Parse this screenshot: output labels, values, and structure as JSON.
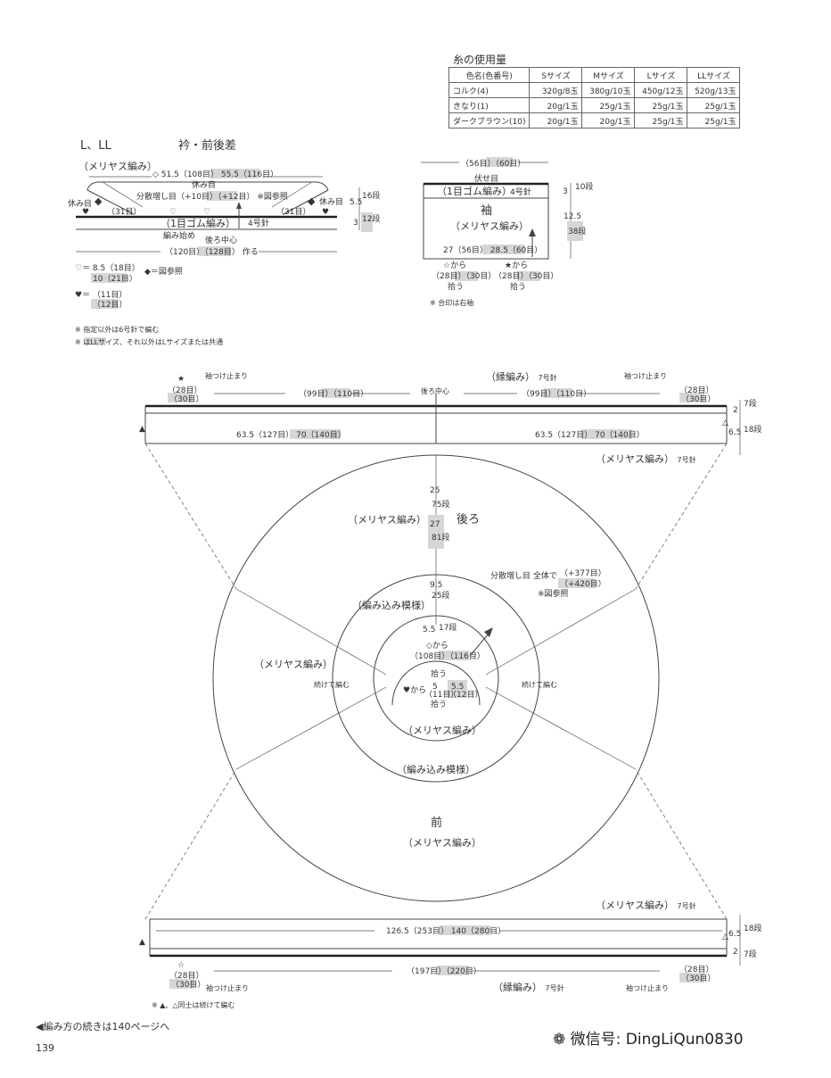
{
  "yarn": {
    "title": "糸の使用量",
    "headers": [
      "色名(色番号)",
      "Sサイズ",
      "Mサイズ",
      "Lサイズ",
      "LLサイズ"
    ],
    "rows": [
      [
        "コルク(4)",
        "320g/8玉",
        "380g/10玉",
        "450g/12玉",
        "520g/13玉"
      ],
      [
        "きなり(1)",
        "20g/1玉",
        "25g/1玉",
        "25g/1玉",
        "25g/1玉"
      ],
      [
        "ダークブラウン(10)",
        "20g/1玉",
        "20g/1玉",
        "25g/1玉",
        "25g/1玉"
      ]
    ]
  },
  "collar": {
    "size": "L、LL",
    "title": "衿・前後差",
    "meriyasu": "（メリヤス編み）",
    "width": "◇ 51.5（108目）",
    "width_hl": "55.5（116目）",
    "rest": "休み目",
    "increase": "分散増し目（+10目）",
    "increase_hl": "（+12目）",
    "ref": "※図参照",
    "rest_left": "休み目",
    "rest_right": "休み目",
    "count31": "（31目）",
    "rib": "（1目ゴム編み）",
    "needle": "4号針",
    "dim_h1": "5.5",
    "dim_h1r": "16段",
    "dim_h1r_hl": "12段",
    "dim_h2": "3",
    "start": "編み始め",
    "center": "後ろ中心",
    "bottom": "（120目）",
    "bottom_hl": "（128目）",
    "bottom_tail": "作る",
    "heart_open_a": "♡＝ 8.5（18目）",
    "heart_open_b": "10（21目）",
    "diamond_ref": "◆＝図参照",
    "heart_a": "♥＝ （11目）",
    "heart_b": "（12目）"
  },
  "notes": {
    "n1": "※ 指定以外は6号針で編む",
    "n2": "※          はLLサイズ、それ以外はLサイズまたは共通"
  },
  "sleeve": {
    "top": "（56目）",
    "top_hl": "（60目）",
    "bind_off": "伏せ目",
    "rib": "（1目ゴム編み）",
    "needle": "4号針",
    "name": "袖",
    "meriyasu": "（メリヤス編み）",
    "bottom": "27（56目）",
    "bottom_hl": "28.5（60目）",
    "from_star_open": "☆から",
    "from_star": "★から",
    "pick_l": "（28目）",
    "pick_l_hl": "（30目）",
    "pick_r": "（28目）",
    "pick_r_hl": "（30目）",
    "pickup": "拾う",
    "h_rib": "3",
    "h_rib_r": "10段",
    "h_body": "12.5",
    "h_body_r": "38段",
    "mark_note": "※ 合印は右袖"
  },
  "back_band": {
    "star": "★",
    "left_count": "（28目）",
    "left_count_hl": "（30目）",
    "sleeve_stop_l": "袖つけ止まり",
    "sleeve_stop_r": "袖つけ止まり",
    "count99": "（99目）",
    "count99_hl": "（110目）",
    "center": "後ろ中心",
    "edge": "（縁編み）",
    "needle7": "7号針",
    "right_count": "（28目）",
    "right_count_hl": "（30目）",
    "w_l": "63.5（127目）",
    "w_l_hl": "70（140目）",
    "w_r": "63.5（127目）",
    "w_r_hl": "70（140目）",
    "meriyasu": "（メリヤス編み）",
    "h2": "2",
    "h2r": "7段",
    "h65": "6.5",
    "h65r": "18段"
  },
  "body": {
    "h25": "25",
    "h25r": "75段",
    "h27": "27",
    "h27r": "81段",
    "back_meriyasu": "（メリヤス編み）",
    "back": "後ろ",
    "increase": "分散増し目 全体で",
    "increase_a": "（+377目）",
    "increase_b": "（+420目）",
    "ref": "※図参照",
    "h95": "9.5",
    "h95r": "25段",
    "pattern": "（編み込み模様）",
    "h55": "5.5",
    "h55r": "17段",
    "from_diamond": "◇から",
    "count108": "（108目）",
    "count116": "（116目）",
    "pick": "拾う",
    "left_meriyasu": "（メリヤス編み）",
    "cont_l": "続けて編む",
    "cont_r": "続けて編む",
    "c5": "5",
    "c55": "5.5",
    "from_heart": "♥から",
    "c11": "（11目）",
    "c12": "（12目）",
    "pick2": "拾う",
    "inner_meriyasu": "（メリヤス編み）",
    "pattern2": "（編み込み模様）",
    "front": "前",
    "front_meriyasu": "（メリヤス編み）"
  },
  "front_band": {
    "meriyasu": "（メリヤス編み）",
    "needle7": "7号針",
    "width": "126.5（253目）",
    "width_hl": "140（280目）",
    "star_open": "☆",
    "left_count": "（28目）",
    "left_count_hl": "（30目）",
    "sleeve_stop_l": "袖つけ止まり",
    "count197": "（197目）",
    "count220": "（220目）",
    "edge": "（縁編み）",
    "edge_needle": "7号針",
    "sleeve_stop_r": "袖つけ止まり",
    "right_count": "（28目）",
    "right_count_hl": "（30目）",
    "h65": "6.5",
    "h65r": "18段",
    "h2": "2",
    "h2r": "7段",
    "note": "※ ▲、△同士は続けて編む"
  },
  "footer": {
    "continue": "◀編み方の続きは140ページへ",
    "page": "139",
    "wechat": "微信号: DingLiQun0830"
  }
}
